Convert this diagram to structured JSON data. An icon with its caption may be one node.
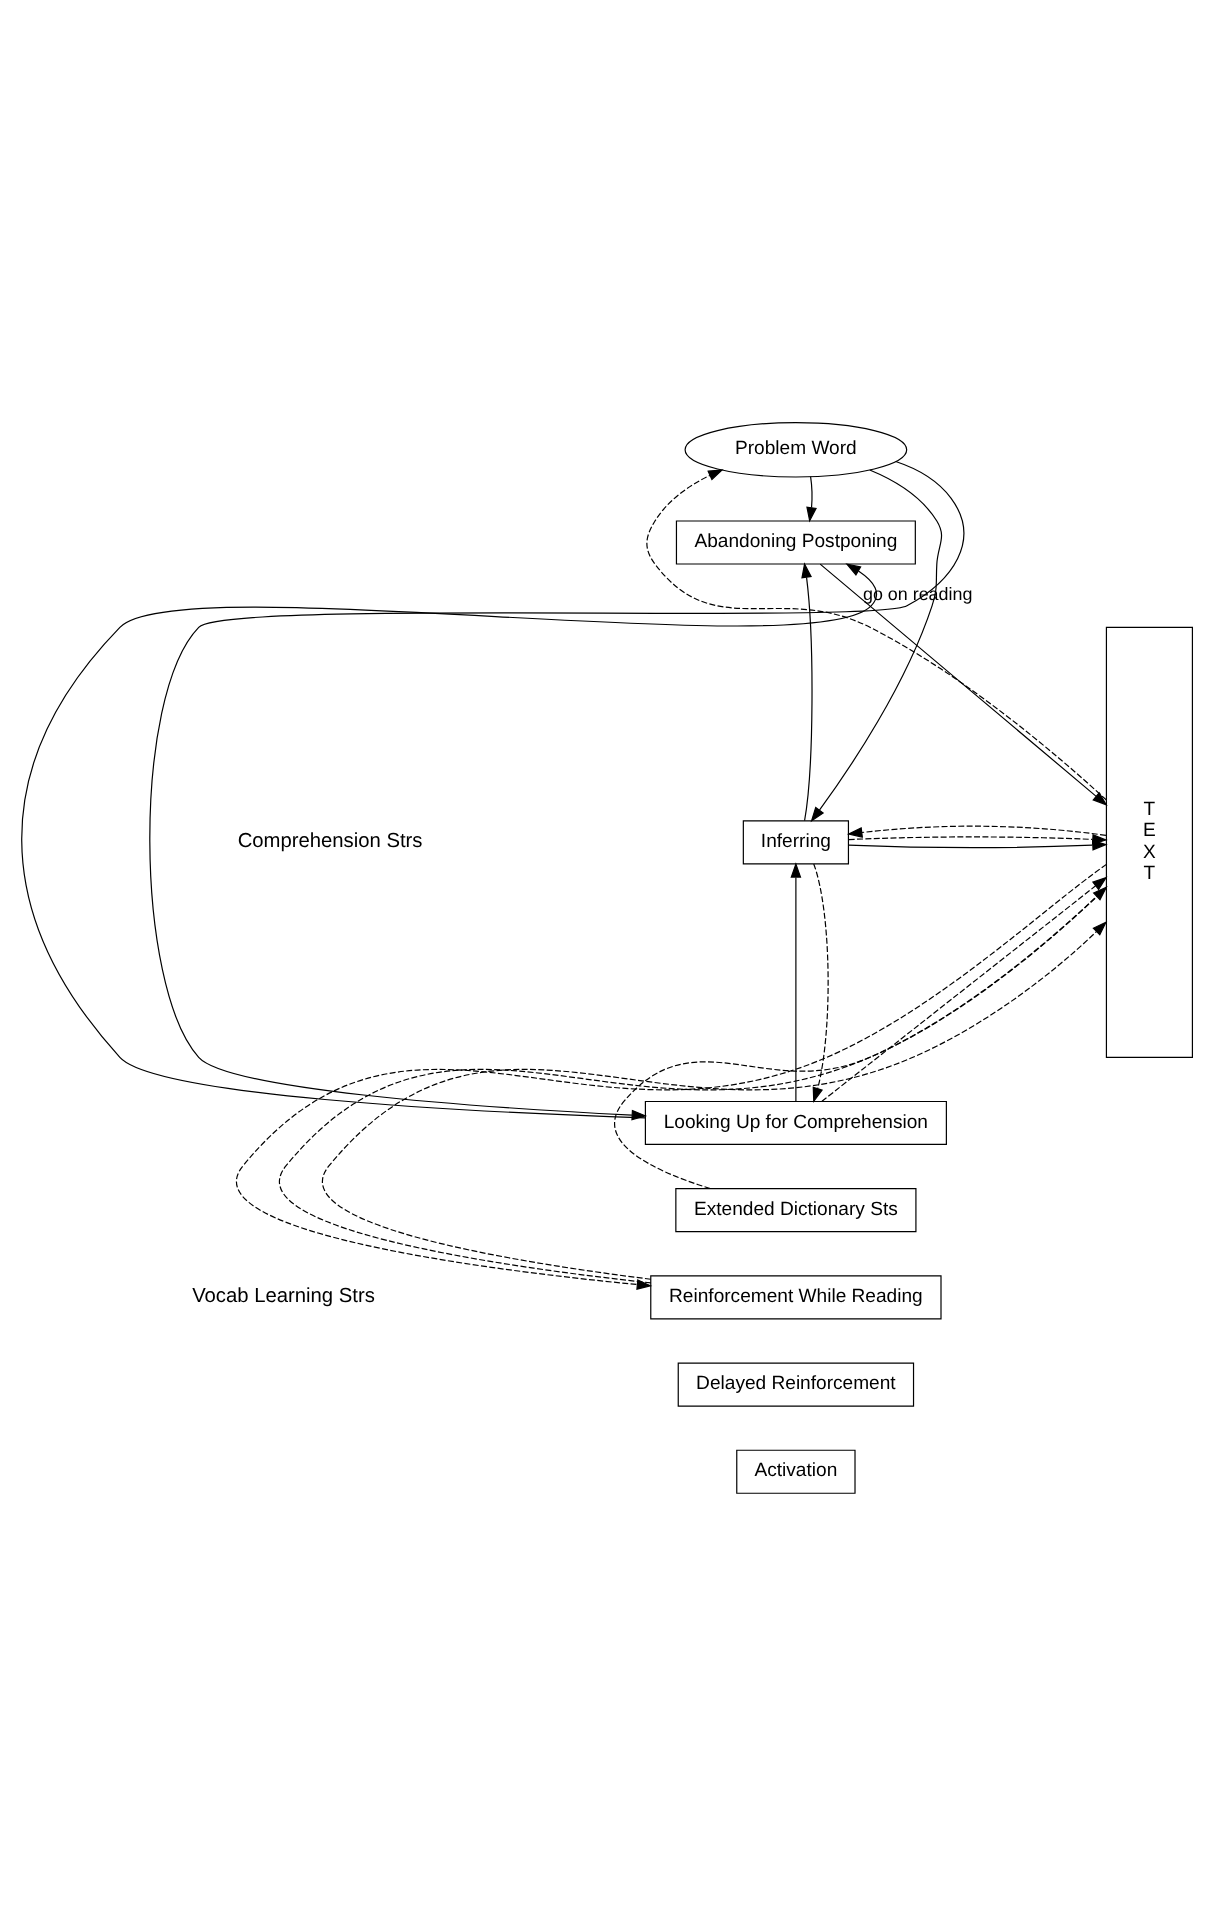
{
  "diagram": {
    "nodes": [
      {
        "text": [
          "T",
          "E",
          "X",
          "T"
        ]
      },
      {
        "text": [
          "Problem Word"
        ]
      },
      {
        "text": [
          "Abandoning Postponing"
        ]
      },
      {
        "text": [
          "Inferring"
        ]
      },
      {
        "text": [
          "Looking Up for Comprehension"
        ]
      },
      {
        "text": [
          "Extended Dictionary Sts"
        ]
      },
      {
        "text": [
          "Reinforcement While Reading"
        ]
      },
      {
        "text": [
          "Delayed Reinforcement"
        ]
      },
      {
        "text": [
          "Activation"
        ]
      }
    ],
    "edges": [
      {
        "from": 2,
        "to": 0,
        "arrow": "to",
        "label": "go on reading"
      },
      {
        "from": 3,
        "to": 0,
        "arrow": "to"
      },
      {
        "from": 4,
        "to": 0,
        "arrow": "to",
        "style": "dashed"
      },
      {
        "from": 5,
        "to": 0,
        "arrow": "to",
        "style": "dashed"
      },
      {
        "from": 6,
        "to": 0,
        "arrow": "none",
        "style": "dashed"
      },
      {
        "from": 0,
        "to": 1,
        "arrow": "to",
        "style": "dashed"
      },
      {
        "from": 1,
        "to": 2,
        "arrow": "to"
      },
      {
        "from": 1,
        "to": 3,
        "arrow": "to"
      },
      {
        "from": 1,
        "to": 4,
        "arrow": "to"
      },
      {
        "from": 4,
        "to": 2,
        "arrow": "to"
      },
      {
        "from": 3,
        "to": 2,
        "arrow": "to"
      },
      {
        "from": 4,
        "to": 3,
        "arrow": "to"
      },
      {
        "from": 3,
        "to": 4,
        "arrow": "to",
        "style": "dashed"
      },
      {
        "from": 3,
        "to": 0,
        "arrow": "to",
        "style": "dashed"
      },
      {
        "from": 0,
        "to": 3,
        "arrow": "to",
        "style": "dashed"
      },
      {
        "from": 6,
        "to": 0,
        "arrow": "to",
        "style": "dashed"
      },
      {
        "from": 0,
        "to": 6,
        "arrow": "to",
        "style": "dashed"
      }
    ],
    "labels": [
      "Comprehension Strs",
      "Vocab Learning Strs"
    ]
  }
}
